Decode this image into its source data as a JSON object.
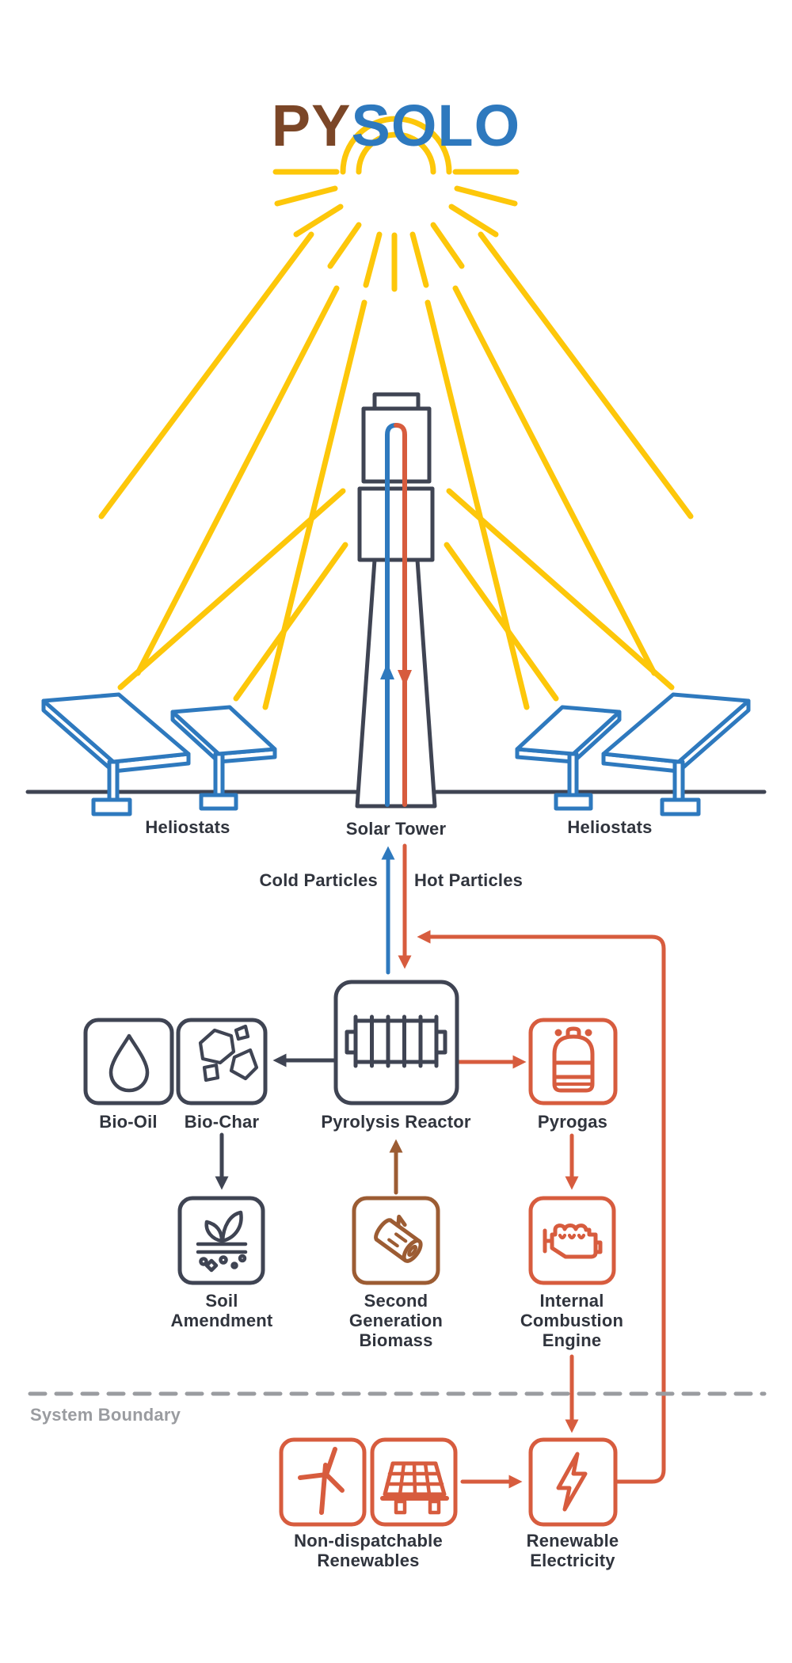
{
  "title": {
    "logo_left": "PY",
    "logo_right": "SOLO"
  },
  "scene": {
    "heliostats_left": "Heliostats",
    "solar_tower": "Solar Tower",
    "heliostats_right": "Heliostats",
    "cold_particles": "Cold Particles",
    "hot_particles": "Hot Particles"
  },
  "flow_nodes": {
    "bio_oil": {
      "label": "Bio-Oil",
      "icon": "droplet-icon"
    },
    "bio_char": {
      "label": "Bio-Char",
      "icon": "char-chunks-icon"
    },
    "pyrolysis_reactor": {
      "label": "Pyrolysis Reactor",
      "icon": "rotary-kiln-icon"
    },
    "pyrogas": {
      "label": "Pyrogas",
      "icon": "gas-cylinder-icon"
    },
    "soil_amendment": {
      "label": "Soil\nAmendment",
      "icon": "sprout-soil-icon"
    },
    "second_generation_biomass": {
      "label": "Second\nGeneration\nBiomass",
      "icon": "log-icon"
    },
    "internal_combustion_engine": {
      "label": "Internal\nCombustion\nEngine",
      "icon": "engine-icon"
    },
    "non_dispatchable_renewables": {
      "label": "Non-dispatchable\nRenewables",
      "icons": [
        "wind-turbine-icon",
        "solar-panel-icon"
      ]
    },
    "renewable_electricity": {
      "label": "Renewable\nElectricity",
      "icon": "lightning-bolt-icon"
    }
  },
  "boundary": {
    "label": "System Boundary"
  },
  "colors": {
    "yellow": "#FDC70A",
    "blue": "#2E79BE",
    "red": "#D75C3E",
    "navy": "#3F4453",
    "brown": "#9C5C33",
    "logo_brown": "#7B4627",
    "gray": "#9A9CA0",
    "text": "#30343D",
    "background": "#FFFFFF"
  }
}
